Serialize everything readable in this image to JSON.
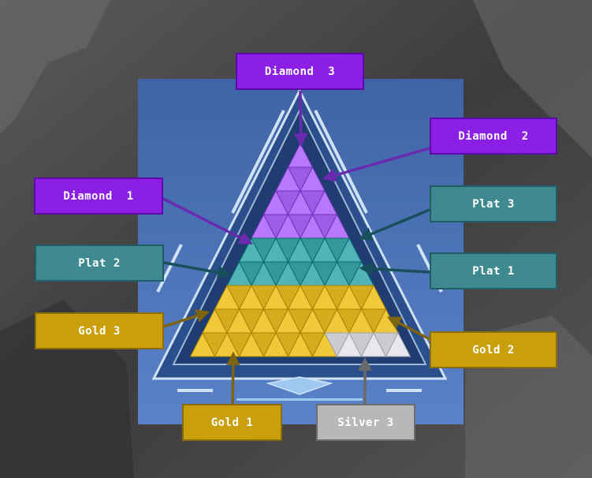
{
  "labels": {
    "diamond3": "Diamond  3",
    "diamond2": "Diamond  2",
    "diamond1": "Diamond  1",
    "plat3": "Plat 3",
    "plat2": "Plat 2",
    "plat1": "Plat 1",
    "gold3": "Gold 3",
    "gold2": "Gold 2",
    "gold1": "Gold 1",
    "silver3": "Silver 3"
  },
  "colors": {
    "diamond": "#8c1fe6",
    "diamond_tile": "#b878ff",
    "plat": "#3f8a91",
    "plat_tile": "#4fb3b8",
    "gold": "#c9a00c",
    "gold_tile": "#f0c93a",
    "silver": "#b8b8b8",
    "silver_tile": "#e6e8ee",
    "panel": "#4a6fb5"
  }
}
